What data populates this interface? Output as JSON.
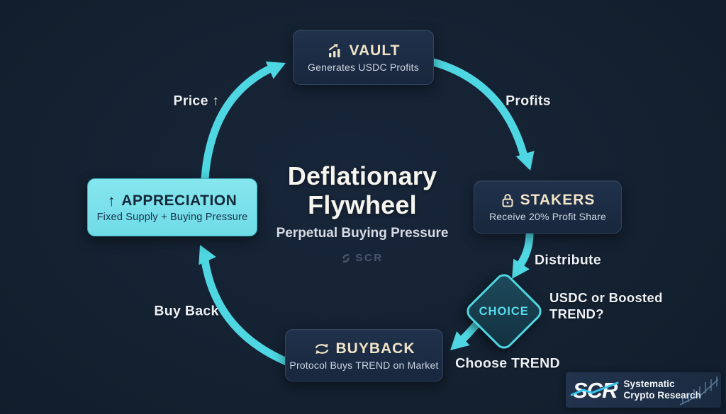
{
  "colors": {
    "accent": "#4ed7e2",
    "bg": "#13202f",
    "node_bg": "#1b2a42",
    "node_border": "#32465f",
    "cream": "#f0e4c6",
    "node_sub": "#ccd5e3",
    "appreciation_bg": "#7de2ea",
    "appreciation_text": "#152739",
    "label": "#edf0f5",
    "title": "#f6f4ee",
    "subtitle": "#d6dbe4",
    "watermark": "#47576d"
  },
  "center": {
    "title": "Deflationary Flywheel",
    "subtitle": "Perpetual Buying Pressure",
    "watermark_text": "SCR"
  },
  "nodes": {
    "vault": {
      "title": "VAULT",
      "subtitle": "Generates USDC Profits",
      "icon": "chart-increasing-icon"
    },
    "stakers": {
      "title": "STAKERS",
      "subtitle": "Receive 20% Profit Share",
      "icon": "lock-icon"
    },
    "choice": {
      "title": "CHOICE"
    },
    "buyback": {
      "title": "BUYBACK",
      "subtitle": "Protocol Buys TREND on Market",
      "icon": "repeat-icon"
    },
    "appreciation": {
      "title": "APPRECIATION",
      "subtitle": "Fixed Supply + Buying Pressure",
      "icon_glyph": "↑"
    }
  },
  "labels": {
    "price": "Price ↑",
    "profits": "Profits",
    "distribute": "Distribute",
    "choice_question": "USDC or Boosted TREND?",
    "choose_trend": "Choose TREND",
    "buy_back": "Buy Back"
  },
  "logo": {
    "abbr": "SCR",
    "name": "Systematic Crypto Research"
  }
}
